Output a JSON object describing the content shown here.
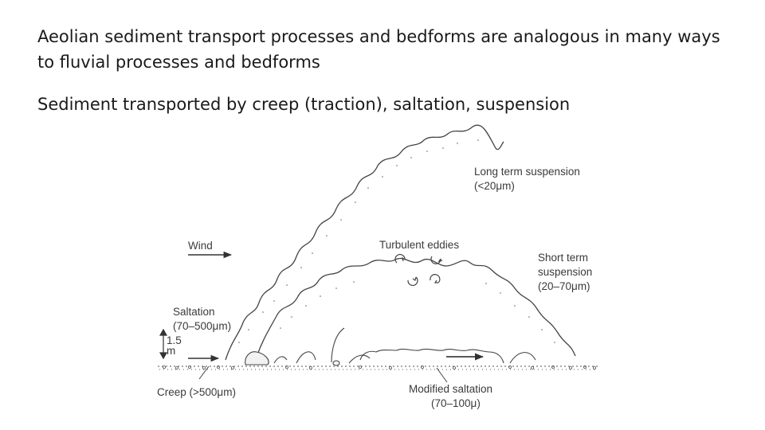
{
  "text": {
    "paragraph1": "Aeolian sediment transport processes and bedforms are analogous in many ways to fluvial processes and bedforms",
    "paragraph2": "Sediment transported by creep (traction), saltation, suspension"
  },
  "diagram": {
    "labels": {
      "long_term_1": "Long term suspension",
      "long_term_2": "(<20μm)",
      "turbulent": "Turbulent eddies",
      "short_term_1": "Short term",
      "short_term_2": "suspension",
      "short_term_3": "(20–70μm)",
      "wind": "Wind",
      "saltation_1": "Saltation",
      "saltation_2": "(70–500μm)",
      "height_1": "1.5",
      "height_2": "m",
      "creep": "Creep (>500μm)",
      "modified_1": "Modified saltation",
      "modified_2": "(70–100μ)"
    }
  }
}
